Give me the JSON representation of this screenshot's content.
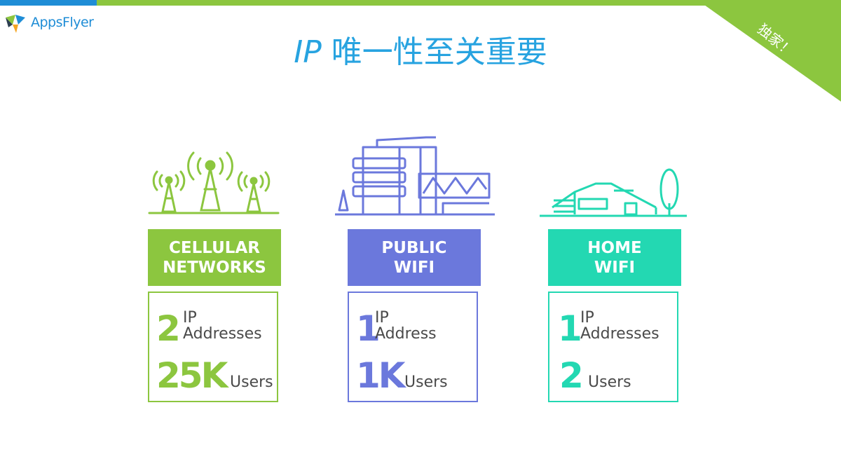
{
  "brand": {
    "logo_text": "AppsFlyer"
  },
  "title": {
    "ip": "IP",
    "rest": "唯一性至关重要"
  },
  "ribbon": {
    "text": "独家！"
  },
  "colors": {
    "green": "#8cc63f",
    "blue": "#6b78dc",
    "teal": "#23d8b2",
    "title": "#27a3e0",
    "logo": "#1f8dd6"
  },
  "columns": [
    {
      "label_line1": "CELLULAR",
      "label_line2": "NETWORKS",
      "count1": "2",
      "unit1_line1": "IP",
      "unit1_line2": "Addresses",
      "count2": "25K",
      "unit2": "Users",
      "icon": "cell-tower-icon"
    },
    {
      "label_line1": "PUBLIC",
      "label_line2": "WIFI",
      "count1": "1",
      "unit1_line1": "IP",
      "unit1_line2": "Address",
      "count2": "1K",
      "unit2": "Users",
      "icon": "building-icon"
    },
    {
      "label_line1": "HOME",
      "label_line2": "WIFI",
      "count1": "1",
      "unit1_line1": "IP",
      "unit1_line2": "Addresses",
      "count2": "2",
      "unit2": "Users",
      "icon": "house-icon"
    }
  ]
}
